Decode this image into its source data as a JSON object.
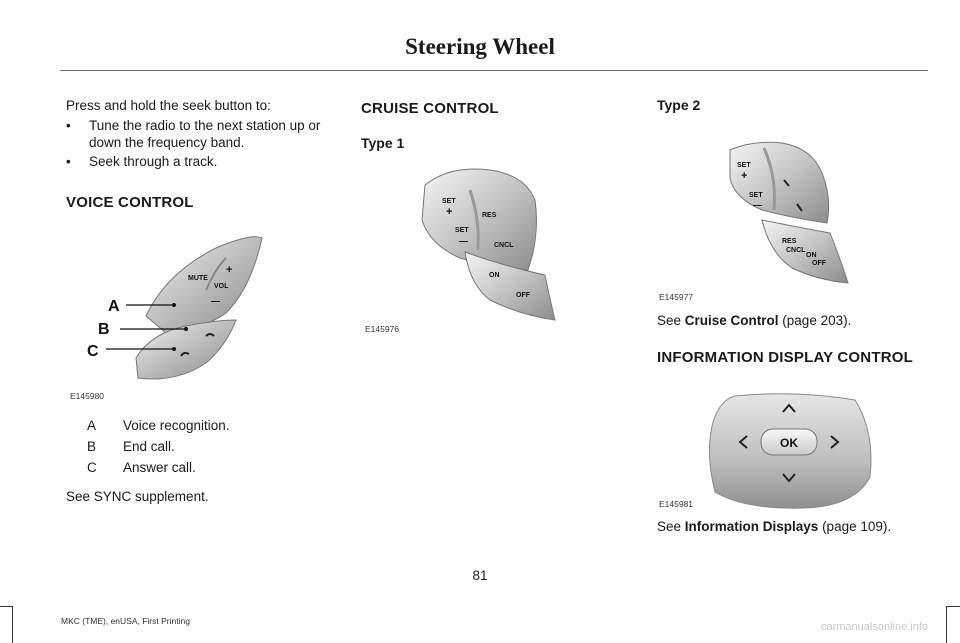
{
  "header": {
    "title": "Steering Wheel"
  },
  "col1": {
    "intro": "Press and hold the seek button to:",
    "bullets": [
      "Tune the radio to the next station up or",
      "down the frequency band.",
      "Seek through a track."
    ],
    "voice_title": "VOICE CONTROL",
    "fig_code": "E145980",
    "callouts": [
      "A",
      "B",
      "C"
    ],
    "button_labels": {
      "mute": "MUTE",
      "vol": "VOL",
      "plus": "+",
      "minus": "—"
    },
    "legend": [
      {
        "letter": "A",
        "text": "Voice recognition."
      },
      {
        "letter": "B",
        "text": "End call."
      },
      {
        "letter": "C",
        "text": "Answer call."
      }
    ],
    "see_sync": "See SYNC supplement."
  },
  "col2": {
    "cruise_title": "CRUISE CONTROL",
    "type1": "Type 1",
    "fig_code": "E145976",
    "labels": {
      "set_plus": "SET",
      "plus": "+",
      "set_minus": "SET",
      "minus": "—",
      "res": "RES",
      "cncl": "CNCL",
      "on": "ON",
      "off": "OFF"
    }
  },
  "col3": {
    "type2": "Type 2",
    "fig_code_type2": "E145977",
    "labels": {
      "set_plus": "SET",
      "plus": "+",
      "set_minus": "SET",
      "minus": "—",
      "res": "RES",
      "cncl": "CNCL",
      "on": "ON",
      "off": "OFF"
    },
    "see_cruise_prefix": "See ",
    "see_cruise_link": "Cruise Control",
    "see_cruise_suffix": " (page 203).",
    "info_title": "INFORMATION DISPLAY CONTROL",
    "fig_code_info": "E145981",
    "ok_label": "OK",
    "see_info_prefix": "See ",
    "see_info_link": "Information Displays",
    "see_info_suffix": " (page 109)."
  },
  "page_number": "81",
  "footer": "MKC (TME), enUSA, First Printing",
  "watermark": "carmanualsonline.info"
}
